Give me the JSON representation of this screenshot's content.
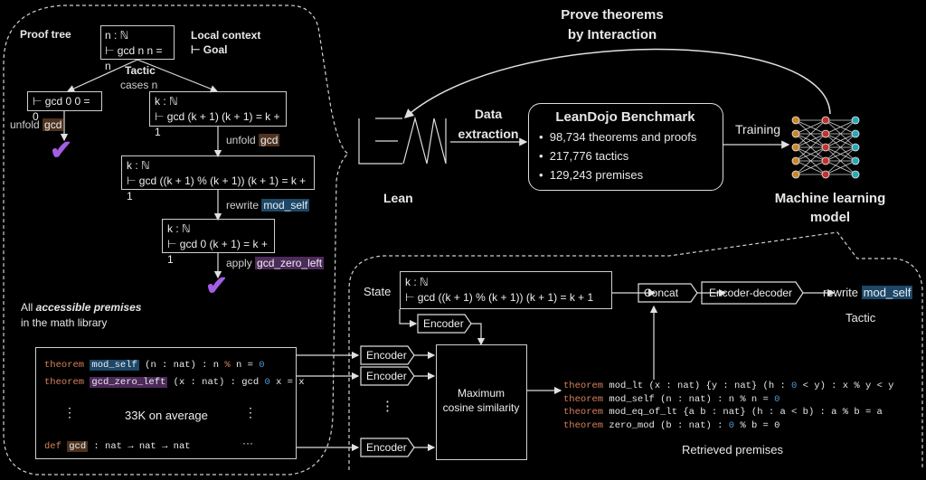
{
  "proof_tree": {
    "title": "Proof tree",
    "root": {
      "context": "n : ℕ",
      "goal": "⊢ gcd n n = n"
    },
    "legend": {
      "context": "Local context",
      "goal": "⊢ Goal"
    },
    "tactic_label": "Tactic",
    "tactic_cases": "cases n",
    "left_node": {
      "goal": "⊢ gcd 0 0 = 0"
    },
    "left_tactic": {
      "prefix": "unfold",
      "premise": "gcd"
    },
    "right_node": {
      "context": "k : ℕ",
      "goal": "⊢ gcd (k + 1) (k + 1) = k + 1"
    },
    "tactic2": {
      "prefix": "unfold",
      "premise": "gcd"
    },
    "node3": {
      "context": "k : ℕ",
      "goal": "⊢ gcd ((k + 1) % (k + 1)) (k + 1) = k + 1"
    },
    "tactic3": {
      "prefix": "rewrite",
      "premise": "mod_self"
    },
    "node4": {
      "context": "k : ℕ",
      "goal": "⊢ gcd 0 (k + 1) = k + 1"
    },
    "tactic4": {
      "prefix": "apply",
      "premise": "gcd_zero_left"
    },
    "check_glyph": "✔"
  },
  "premises_library": {
    "caption_prefix": "All ",
    "caption_emph": "accessible premises",
    "caption_line2": "in the math library",
    "line1": {
      "kw": "theorem",
      "name": "mod_self",
      "sig1": " (n : nat) : n ",
      "op": "%",
      "sig2": " n = ",
      "num": "0"
    },
    "line2": {
      "kw": "theorem",
      "name": "gcd_zero_left",
      "sig1": " (x : nat) : gcd ",
      "num": "0",
      "sig2": " x = x"
    },
    "dots": "⋮",
    "count_label": "33K on average",
    "line3": {
      "kw": "def",
      "name": "gcd",
      "sig": " : nat → nat → nat"
    },
    "ellipsis": "···"
  },
  "top": {
    "loop_label_1": "Prove theorems",
    "loop_label_2": "by Interaction",
    "lean_label": "Lean",
    "extraction_1": "Data",
    "extraction_2": "extraction",
    "benchmark": {
      "title": "LeanDojo Benchmark",
      "items": [
        "98,734 theorems and proofs",
        "217,776 tactics",
        "129,243 premises"
      ]
    },
    "training_label": "Training",
    "model_label_1": "Machine learning",
    "model_label_2": "model"
  },
  "retrieval": {
    "state_label": "State",
    "state": {
      "context": "k : ℕ",
      "goal": "⊢  gcd ((k + 1) % (k + 1)) (k + 1) = k + 1"
    },
    "encoder_label": "Encoder",
    "concat_label": "Concat",
    "encdec_label": "Encoder-decoder",
    "tactic_prefix": "rewrite",
    "tactic_premise": "mod_self",
    "tactic_caption": "Tactic",
    "similarity_1": "Maximum",
    "similarity_2": "cosine similarity",
    "dots": "⋮",
    "retrieved_caption": "Retrieved premises",
    "retrieved": [
      {
        "kw": "theorem",
        "rest": " mod_lt (x : nat) {y : nat} (h : ",
        "num": "0",
        "rest2": " < y) : x % y < y"
      },
      {
        "kw": "theorem",
        "rest": " mod_self (n : nat) : n % n = ",
        "num": "0",
        "rest2": ""
      },
      {
        "kw": "theorem",
        "rest": " mod_eq_of_lt {a b : nat} (h : a < b) : a % b = a",
        "num": "",
        "rest2": ""
      },
      {
        "kw": "theorem",
        "rest": " zero_mod (b : nat) : ",
        "num": "0",
        "rest2": " % b = 0"
      }
    ]
  },
  "colors": {
    "background": "#000000",
    "foreground": "#e8e8e8",
    "keyword": "#d9825b",
    "number": "#4d9bd6",
    "highlight_blue": "#1d4766",
    "highlight_purple": "#4c2a5a",
    "highlight_brown": "#4e3320",
    "check": "#a45ee5",
    "nn_input": "#c8862a",
    "nn_hidden": "#c0332b",
    "nn_output": "#2aa9b5"
  }
}
